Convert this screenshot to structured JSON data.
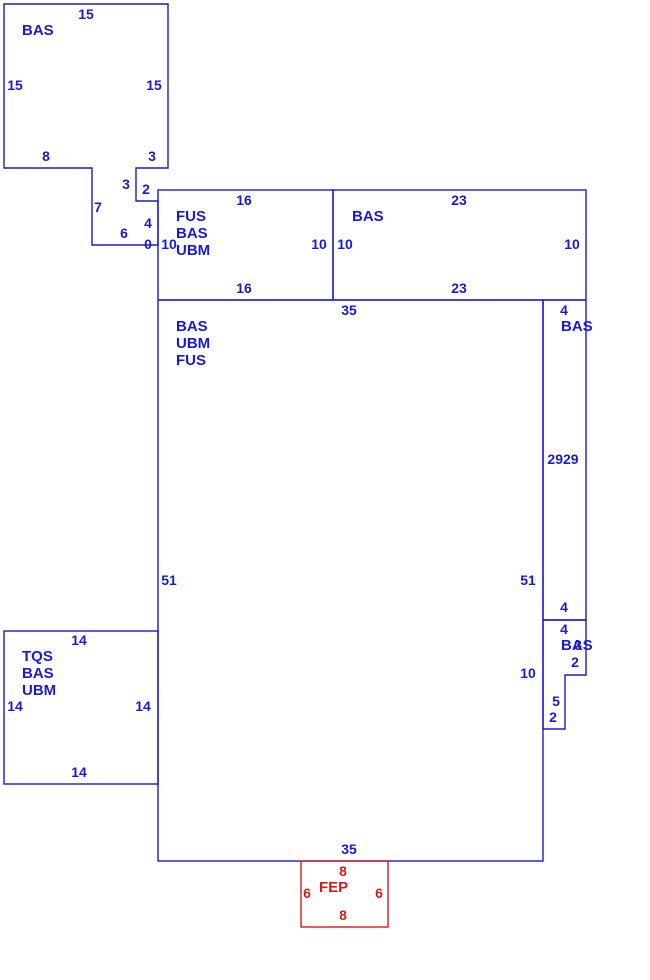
{
  "dims": {
    "t15": "15",
    "l15": "15",
    "r15": "15",
    "s8": "8",
    "s3a": "3",
    "s3b": "3",
    "s2": "2",
    "s7": "7",
    "s6": "6",
    "s4": "4",
    "s0": "0",
    "b16t": "16",
    "b10l": "10",
    "b10r": "10",
    "b16b": "16",
    "c23t": "23",
    "c10l": "10",
    "c10r": "10",
    "c23b": "23",
    "m35t": "35",
    "m51l": "51",
    "m51r": "51",
    "m35b": "35",
    "n4t": "4",
    "n2929": "2929",
    "n4b": "4",
    "p4": "4",
    "p3": "3",
    "p2a": "2",
    "p10": "10",
    "p5": "5",
    "p2b": "2",
    "w14t": "14",
    "w14l": "14",
    "w14r": "14",
    "w14b": "14",
    "f8t": "8",
    "f6l": "6",
    "f6r": "6",
    "f8b": "8"
  },
  "labels": {
    "a1": "BAS",
    "b1": "FUS",
    "b2": "BAS",
    "b3": "UBM",
    "c1": "BAS",
    "m1": "BAS",
    "m2": "UBM",
    "m3": "FUS",
    "n1": "BAS",
    "p1": "BAS",
    "w1": "TQS",
    "w2": "BAS",
    "w3": "UBM",
    "f1": "FEP"
  }
}
